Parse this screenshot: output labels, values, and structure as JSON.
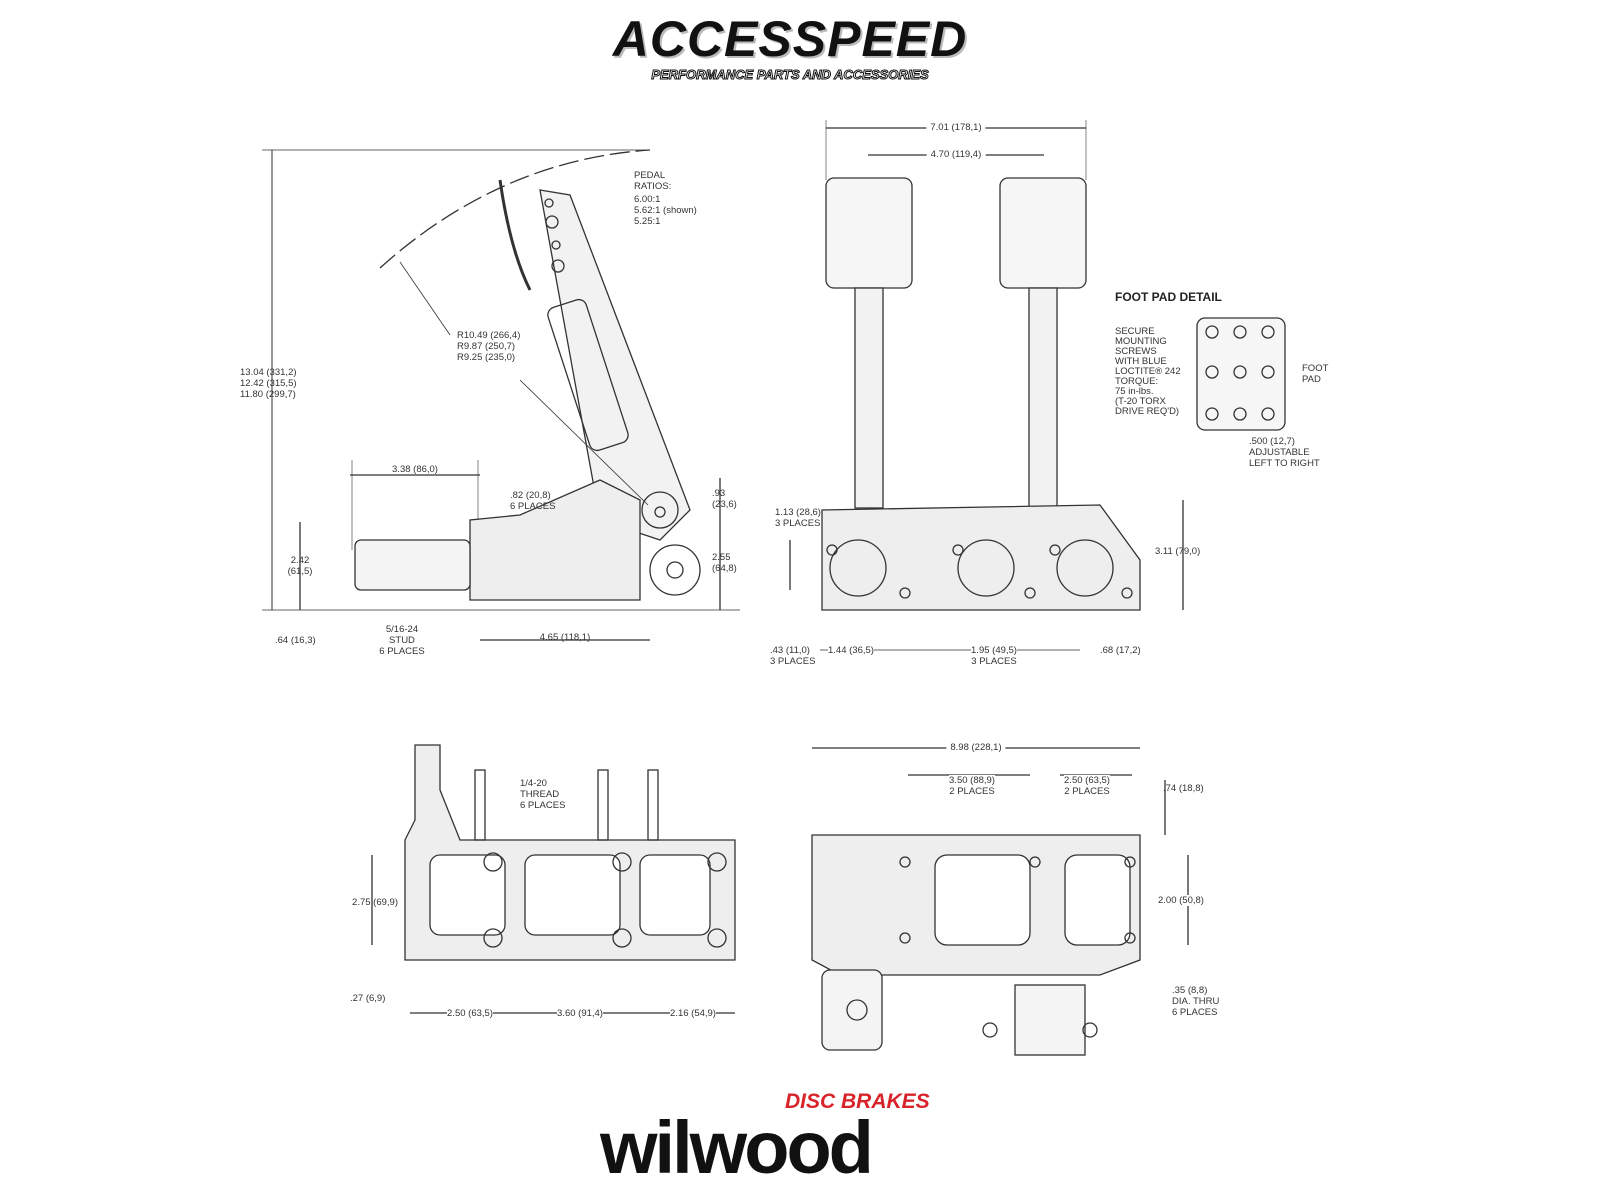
{
  "header": {
    "brand": "ACCESSPEED",
    "tagline": "PERFORMANCE PARTS AND ACCESSORIES"
  },
  "footer": {
    "brand_tag": "DISC BRAKES",
    "brand": "wilwood"
  },
  "side_view": {
    "pedal_ratios_title": "PEDAL\nRATIOS:",
    "ratios": [
      "6.00:1",
      "5.62:1 (shown)",
      "5.25:1"
    ],
    "radii": "R10.49 (266,4)\nR9.87 (250,7)\nR9.25 (235,0)",
    "heights": "13.04 (331,2)\n12.42 (315,5)\n11.80 (299,7)",
    "dim_338": "3.38 (86,0)",
    "dim_82": ".82 (20,8)\n6 PLACES",
    "dim_93": ".93\n(23,6)",
    "dim_242": "2.42\n(61,5)",
    "dim_255": "2.55\n(64,8)",
    "dim_64": ".64 (16,3)",
    "stud": "5/16-24\nSTUD\n6 PLACES",
    "dim_465": "4.65 (118,1)"
  },
  "front_view": {
    "dim_701": "7.01 (178,1)",
    "dim_470": "4.70 (119,4)",
    "dim_113": "1.13 (28,6)\n3 PLACES",
    "dim_311": "3.11 (79,0)",
    "dim_43": ".43 (11,0)\n3 PLACES",
    "dim_144": "1.44 (36,5)",
    "dim_195": "1.95 (49,5)\n3 PLACES",
    "dim_68": ".68 (17,2)"
  },
  "foot_pad": {
    "title": "FOOT PAD DETAIL",
    "note": "SECURE\nMOUNTING\nSCREWS\nWITH BLUE\nLOCTITE® 242\nTORQUE:\n75 in-lbs.\n(T-20 TORX\nDRIVE REQ'D)",
    "pad": "FOOT\nPAD",
    "adjust": ".500 (12,7)\nADJUSTABLE\nLEFT TO RIGHT"
  },
  "bottom_view": {
    "thread": "1/4-20\nTHREAD\n6 PLACES",
    "dim_275": "2.75 (69,9)",
    "dim_27": ".27 (6,9)",
    "dim_250": "2.50 (63,5)",
    "dim_360": "3.60 (91,4)",
    "dim_216": "2.16 (54,9)"
  },
  "top_view": {
    "dim_898": "8.98 (228,1)",
    "dim_350": "3.50 (88,9)\n2 PLACES",
    "dim_250": "2.50 (63,5)\n2 PLACES",
    "dim_74": ".74 (18,8)",
    "dim_200": "2.00 (50,8)",
    "dim_35": ".35 (8,8)\nDIA. THRU\n6 PLACES"
  }
}
